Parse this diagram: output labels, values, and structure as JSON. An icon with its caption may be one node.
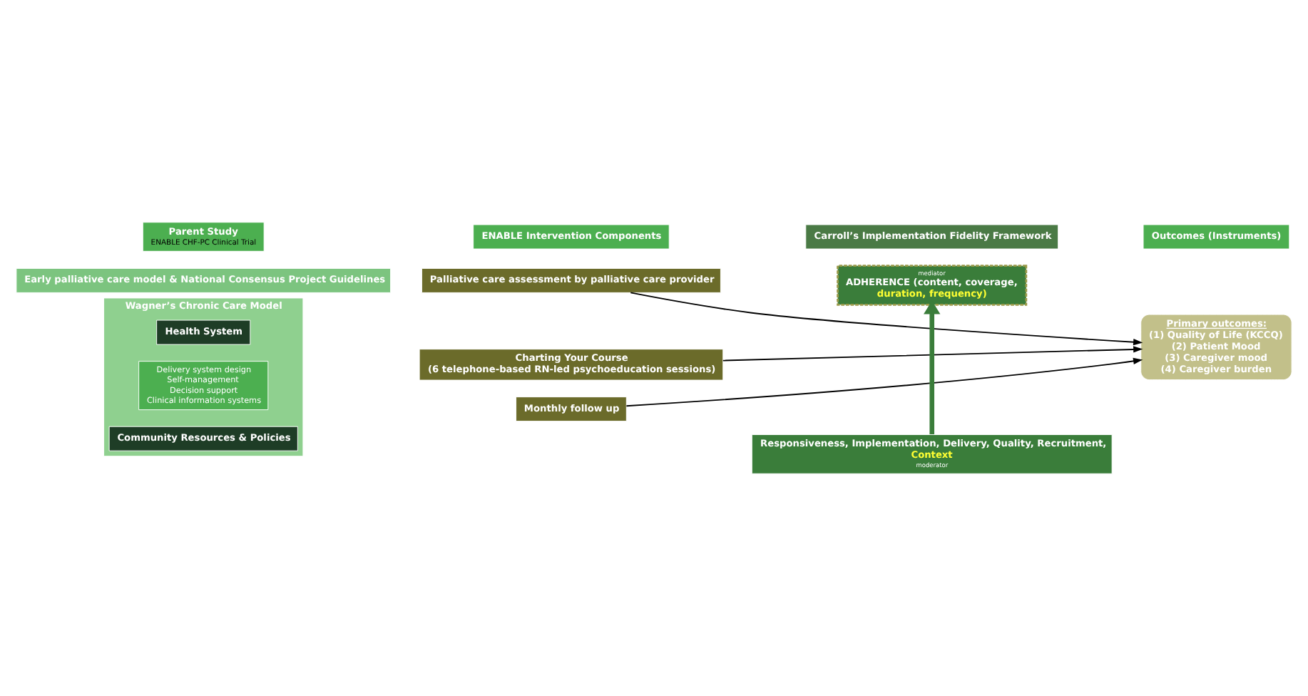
{
  "diagram": {
    "nodes": [
      {
        "text": [
          "Parent Study",
          "ENABLE CHF-PC Clinical Trial"
        ]
      },
      {
        "text": [
          "ENABLE Intervention Components"
        ]
      },
      {
        "text": [
          "Carroll’s Implementation Fidelity Framework"
        ]
      },
      {
        "text": [
          "Outcomes (Instruments)"
        ]
      },
      {
        "text": [
          "Early palliative care model & National Consensus Project Guidelines"
        ]
      },
      {
        "text": [
          "Wagner’s Chronic Care Model"
        ]
      },
      {
        "text": [
          "Health System"
        ],
        "in": 5
      },
      {
        "text": [
          "Delivery system design",
          "Self-management",
          "Decision support",
          "Clinical information systems"
        ],
        "in": 5
      },
      {
        "text": [
          "Community Resources & Policies"
        ],
        "in": 5
      },
      {
        "text": [
          "Palliative care assessment by palliative care provider"
        ]
      },
      {
        "text": [
          "Charting Your Course",
          "(6 telephone-based RN-led psychoeducation sessions)"
        ]
      },
      {
        "text": [
          "Monthly follow up"
        ]
      },
      {
        "text": [
          "mediator",
          "ADHERENCE (content, coverage,",
          "duration, frequency)"
        ]
      },
      {
        "text": [
          "Responsiveness, Implementation, Delivery, Quality, Recruitment,",
          "Context",
          "moderator"
        ]
      },
      {
        "text": [
          "Primary outcomes:",
          "(1) Quality of Life (KCCQ)",
          "(2) Patient Mood",
          "(3) Caregiver mood",
          "(4) Caregiver burden"
        ]
      }
    ],
    "edges": [
      {
        "from": 9,
        "to": 14,
        "arrow": "to"
      },
      {
        "from": 10,
        "to": 14,
        "arrow": "to"
      },
      {
        "from": 11,
        "to": 14,
        "arrow": "to"
      },
      {
        "from": 13,
        "to": 12,
        "arrow": "to",
        "style": "thick",
        "color": "#3a7d3a"
      }
    ]
  }
}
